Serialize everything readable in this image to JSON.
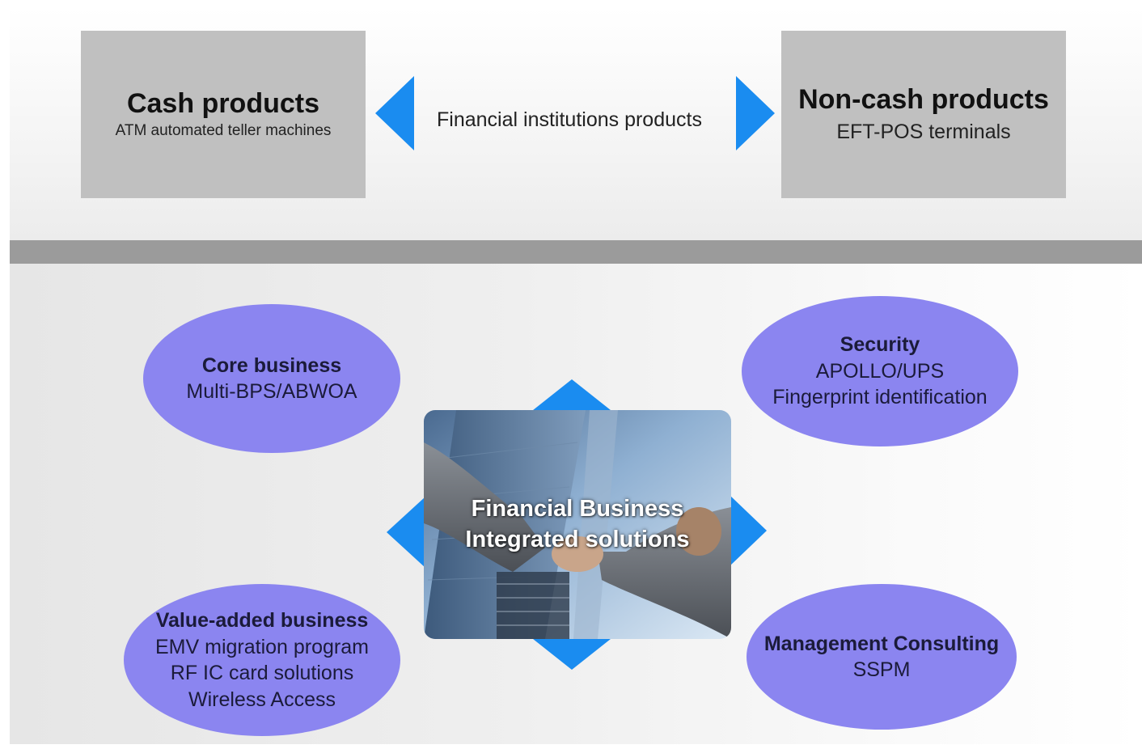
{
  "top": {
    "left_box": {
      "title": "Cash products",
      "subtitle": "ATM automated teller machines"
    },
    "center_label": "Financial institutions products",
    "right_box": {
      "title": "Non-cash products",
      "subtitle": "EFT-POS terminals"
    }
  },
  "center": {
    "line1": "Financial Business",
    "line2": "Integrated solutions"
  },
  "nodes": {
    "core": {
      "title": "Core business",
      "line1": "Multi-BPS/ABWOA"
    },
    "security": {
      "title": "Security",
      "line1": "APOLLO/UPS",
      "line2": "Fingerprint identification"
    },
    "value": {
      "title": "Value-added business",
      "line1": "EMV migration program",
      "line2": "RF IC card solutions",
      "line3": "Wireless Access"
    },
    "mgmt": {
      "title": "Management Consulting",
      "line1": "SSPM"
    }
  },
  "colors": {
    "box": "#c0c0c0",
    "arrow": "#1a8cf0",
    "ellipse": "#8b85f0",
    "divider": "#9b9b9b"
  }
}
